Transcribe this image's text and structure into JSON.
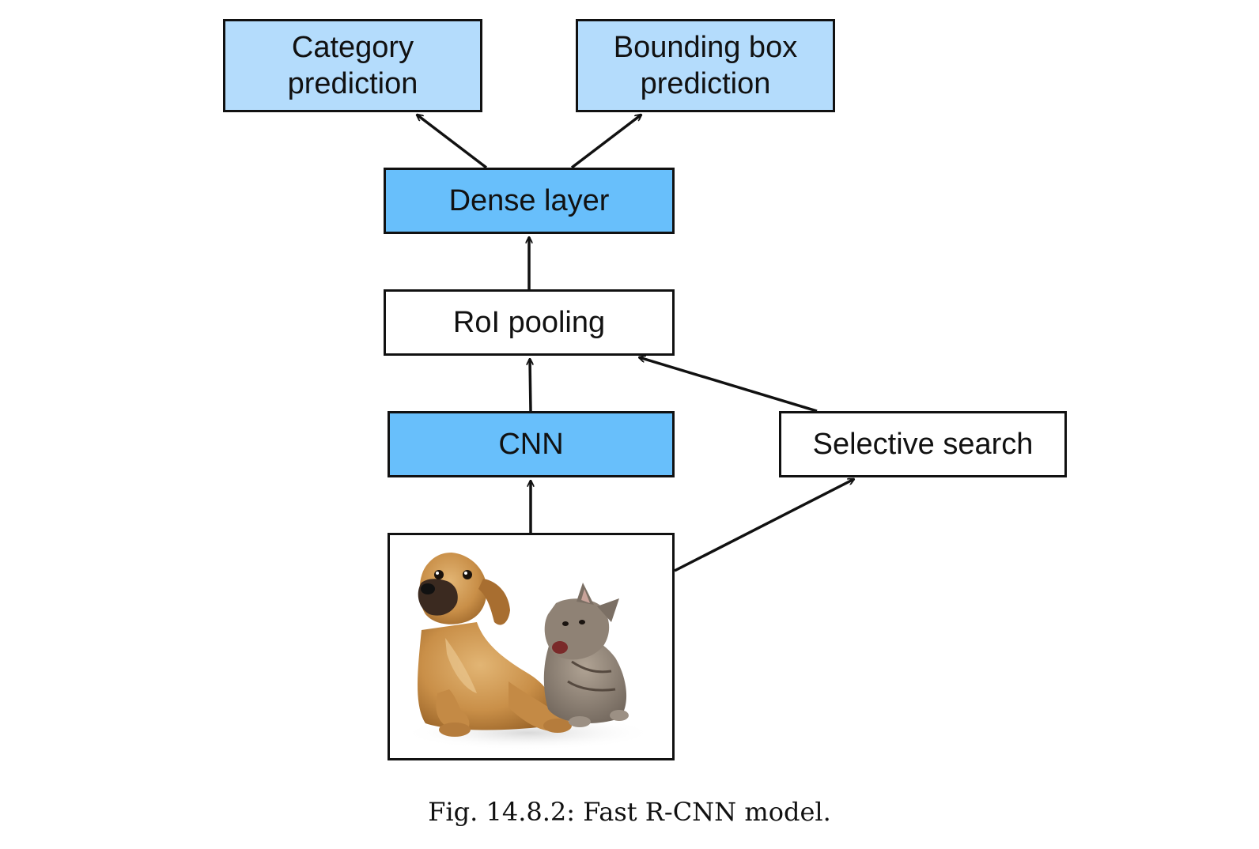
{
  "nodes": {
    "category_prediction": "Category\nprediction",
    "bounding_box_prediction": "Bounding box\nprediction",
    "dense_layer": "Dense layer",
    "roi_pooling": "RoI pooling",
    "cnn": "CNN",
    "selective_search": "Selective search"
  },
  "colors": {
    "prediction_fill": "#b4dcfc",
    "layer_fill": "#68bffb",
    "plain_fill": "#ffffff",
    "stroke": "#111111"
  },
  "caption": "Fig. 14.8.2: Fast R-CNN model."
}
